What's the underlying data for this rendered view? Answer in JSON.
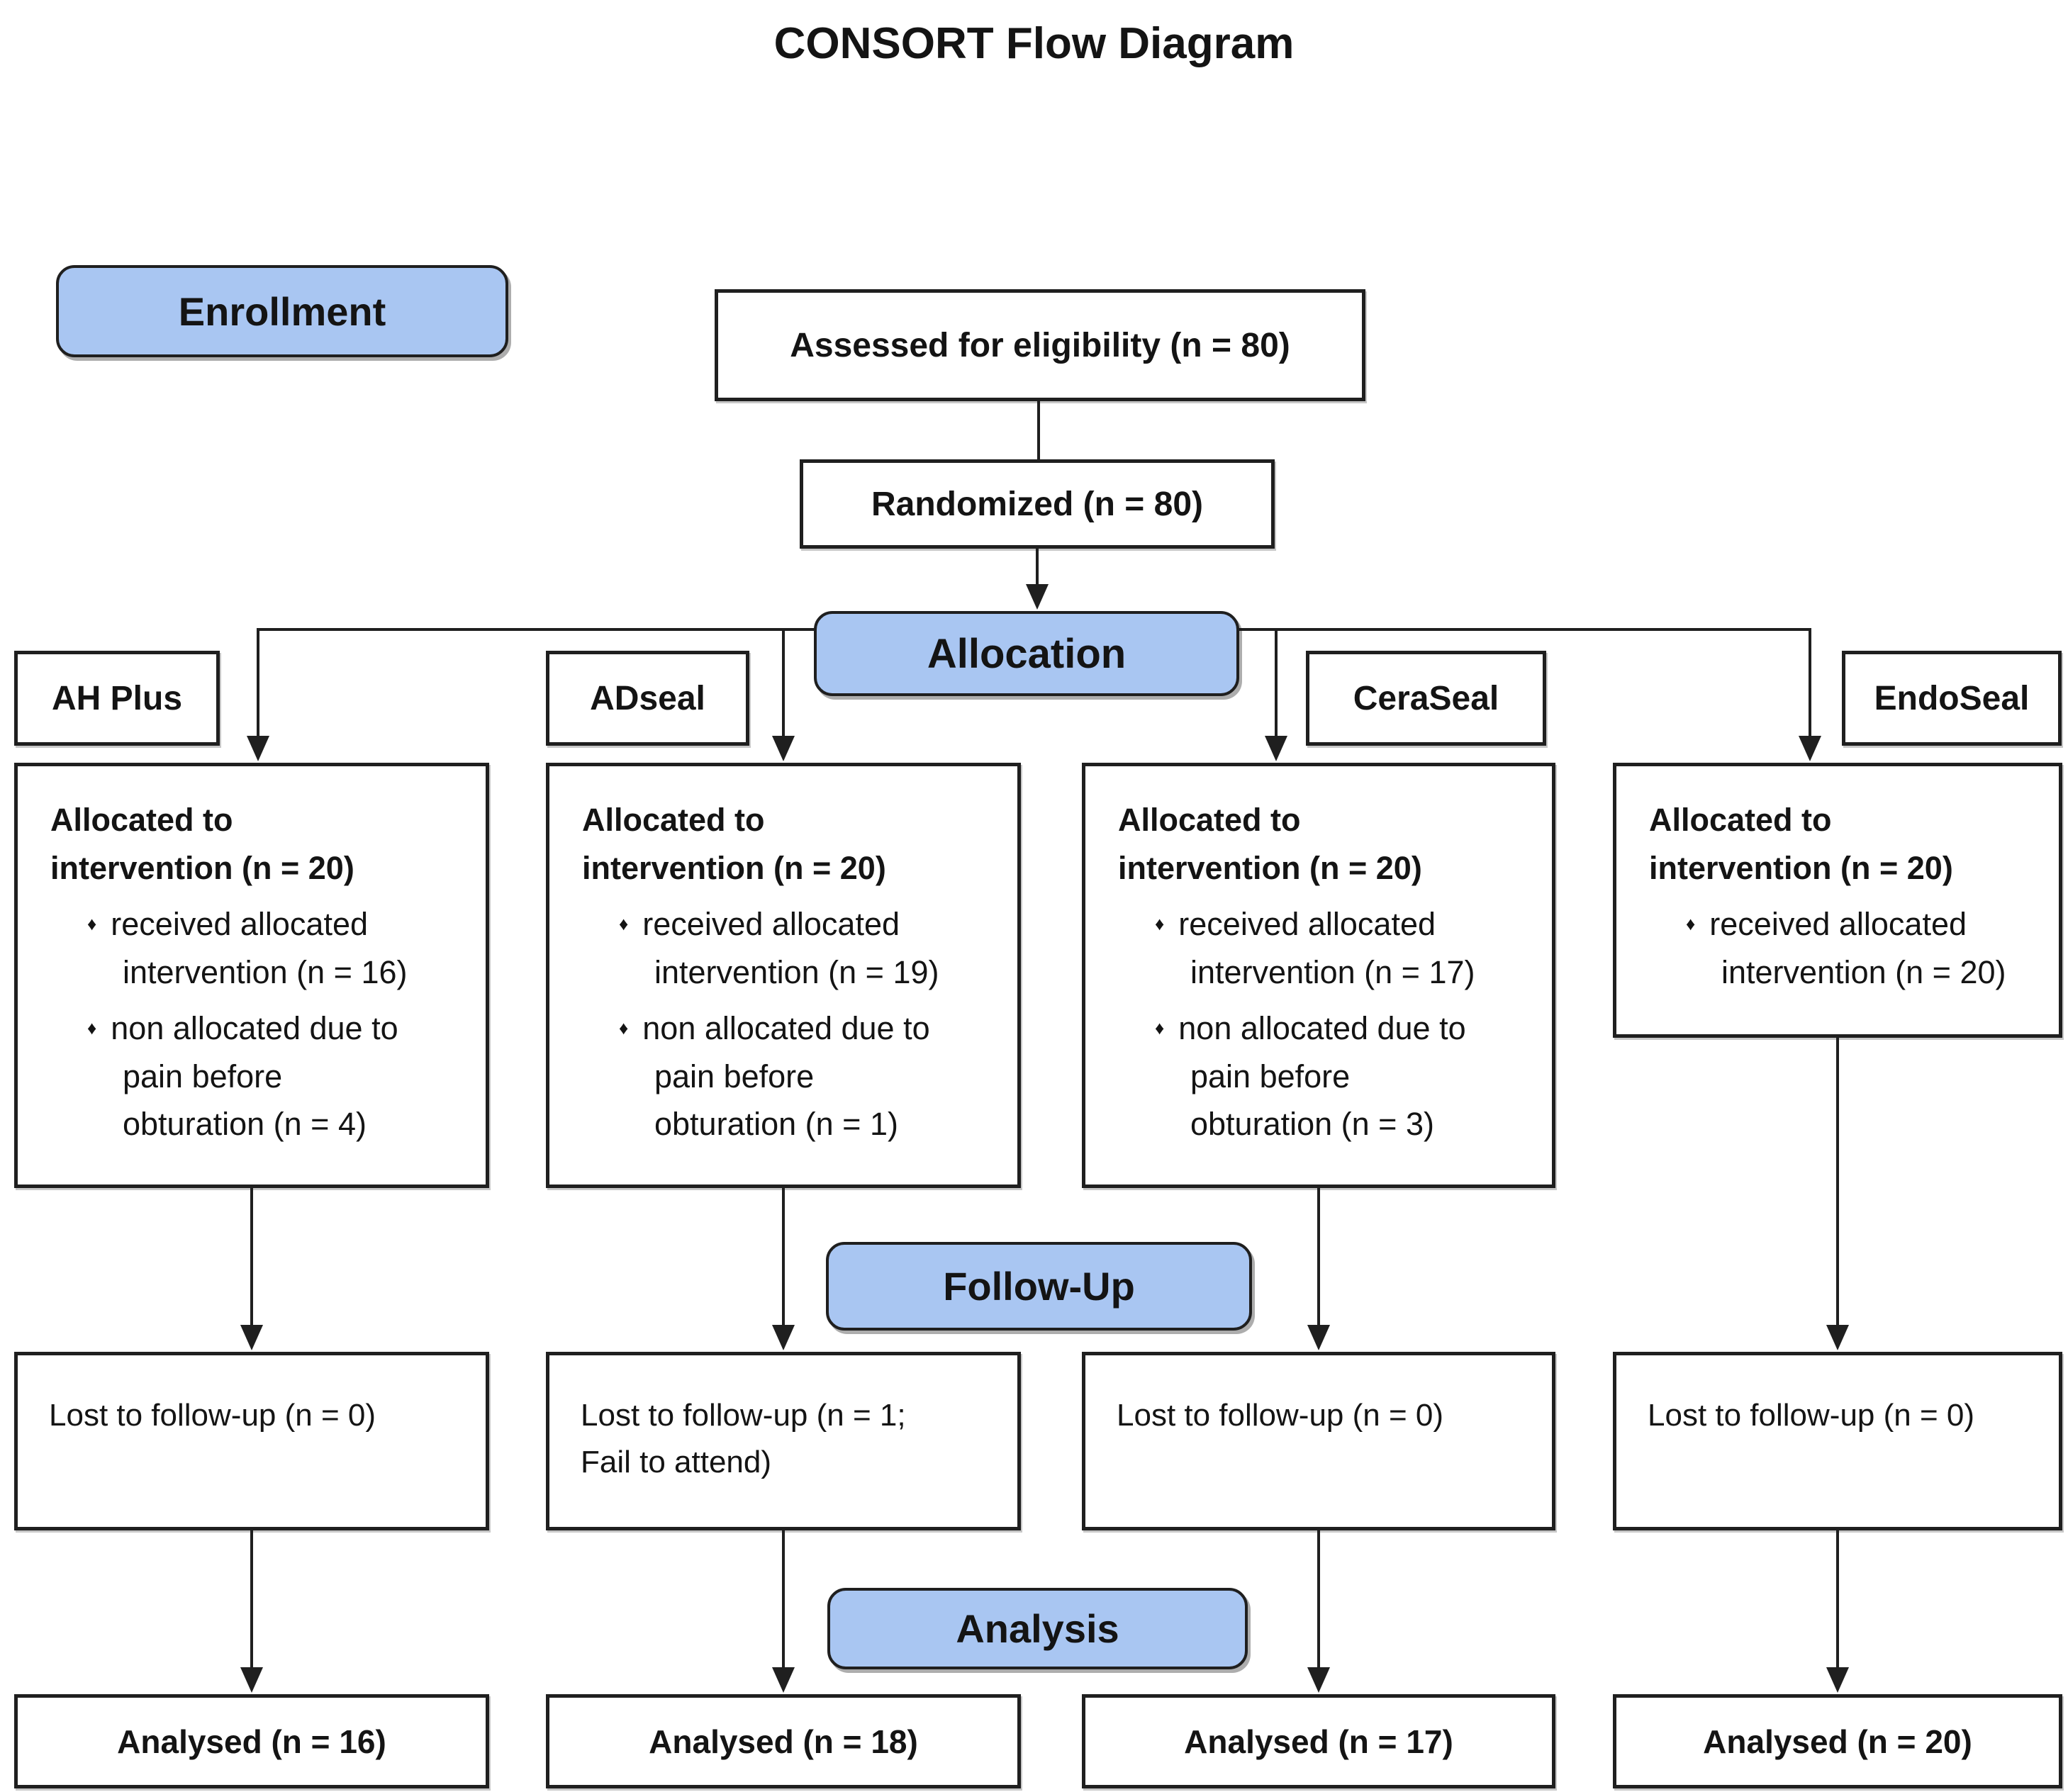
{
  "title": "CONSORT Flow Diagram",
  "banners": {
    "enrollment": "Enrollment",
    "allocation": "Allocation",
    "follow_up": "Follow-Up",
    "analysis": "Analysis"
  },
  "enrollment_row": {
    "assessed": "Assessed for eligibility (n = 80)",
    "randomized": "Randomized (n = 80)"
  },
  "glyphs": {
    "bullet": "♦"
  },
  "colors": {
    "banner_fill": "#A9C6F2",
    "outline": "#1F1F1F",
    "background": "#FFFFFF"
  },
  "arms": [
    {
      "name": "AH Plus",
      "allocated_lines": [
        "Allocated to",
        "intervention (n = 20)"
      ],
      "bullets": [
        [
          "received allocated",
          "intervention (n = 16)"
        ],
        [
          "non allocated due to",
          "pain before",
          "obturation (n = 4)"
        ]
      ],
      "lost_lines": [
        "Lost to follow-up (n = 0)"
      ],
      "analysed": "Analysed (n = 16)"
    },
    {
      "name": "ADseal",
      "allocated_lines": [
        "Allocated to",
        "intervention (n = 20)"
      ],
      "bullets": [
        [
          "received allocated",
          "intervention (n = 19)"
        ],
        [
          "non allocated due to",
          "pain before",
          "obturation (n = 1)"
        ]
      ],
      "lost_lines": [
        "Lost to follow-up (n = 1;",
        "Fail to attend)"
      ],
      "analysed": "Analysed (n = 18)"
    },
    {
      "name": "CeraSeal",
      "allocated_lines": [
        "Allocated to",
        "intervention (n = 20)"
      ],
      "bullets": [
        [
          "received allocated",
          "intervention (n = 17)"
        ],
        [
          "non allocated due to",
          "pain before",
          "obturation (n = 3)"
        ]
      ],
      "lost_lines": [
        "Lost to follow-up (n = 0)"
      ],
      "analysed": "Analysed (n = 17)"
    },
    {
      "name": "EndoSeal",
      "allocated_lines": [
        "Allocated to",
        "intervention (n = 20)"
      ],
      "bullets": [
        [
          "received allocated",
          "intervention (n = 20)"
        ]
      ],
      "lost_lines": [
        "Lost to follow-up (n = 0)"
      ],
      "analysed": "Analysed (n = 20)"
    }
  ]
}
